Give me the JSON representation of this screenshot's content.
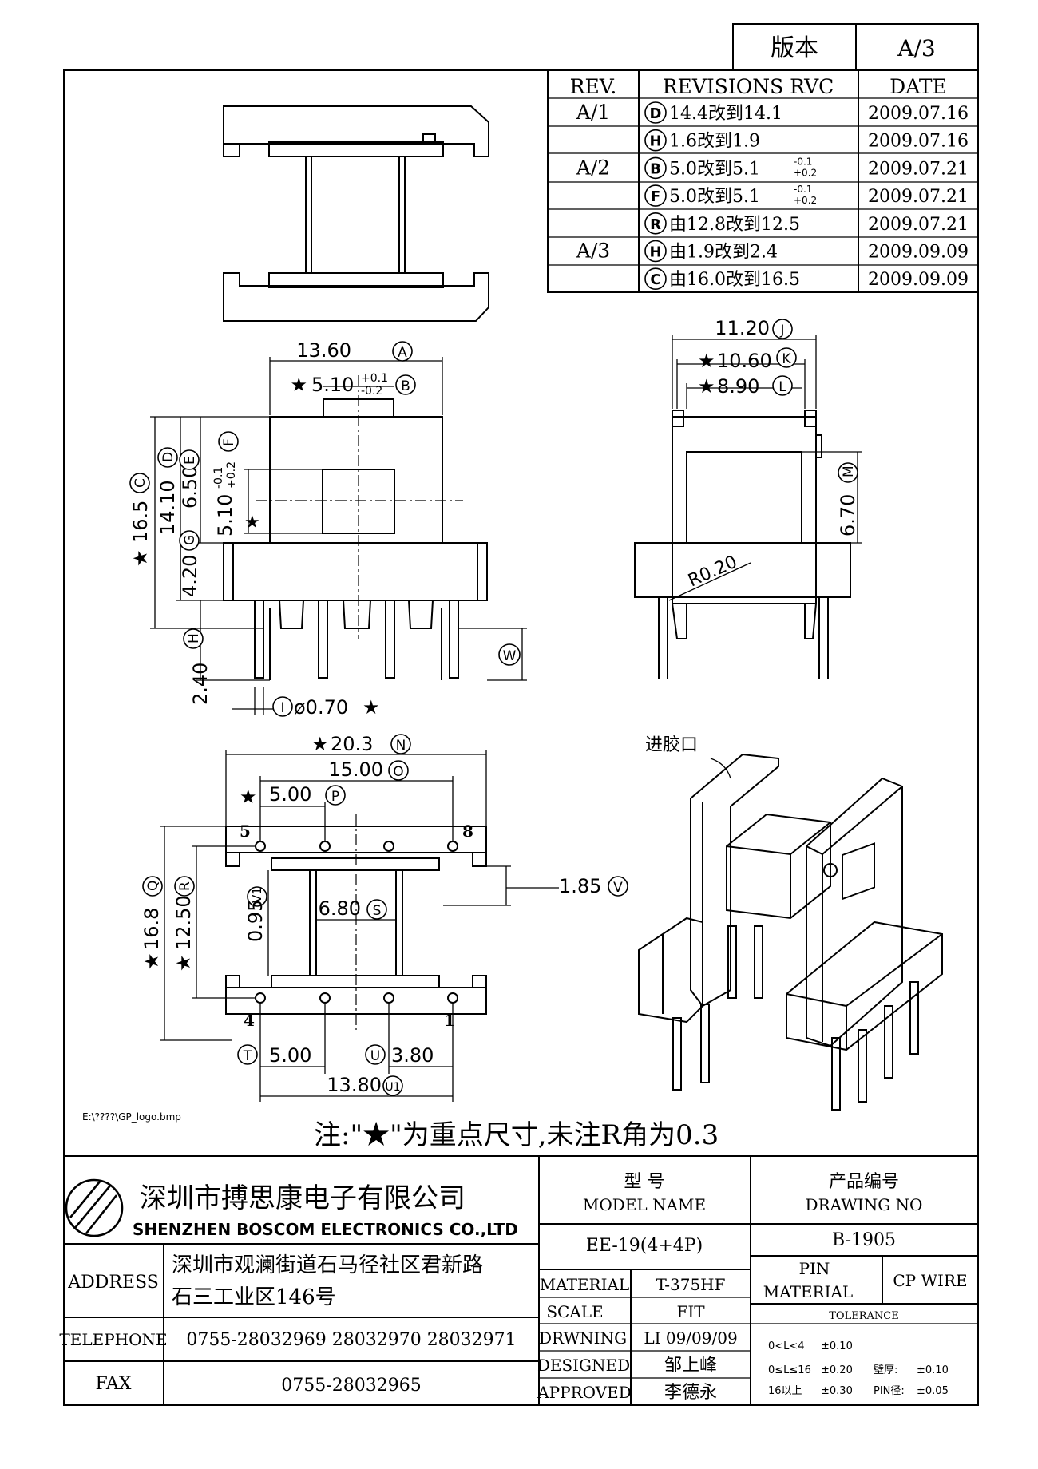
{
  "version_box": {
    "label": "版本",
    "value": "A/3"
  },
  "revisions": {
    "headers": [
      "REV.",
      "REVISIONS RVC",
      "DATE"
    ],
    "rows": [
      {
        "rev": "A/1",
        "mark": "D",
        "text": "14.4改到14.1",
        "date": "2009.07.16"
      },
      {
        "rev": "",
        "mark": "H",
        "text": "1.6改到1.9",
        "date": "2009.07.16"
      },
      {
        "rev": "A/2",
        "mark": "B",
        "text": " 5.0改到5.1",
        "tol_up": "-0.1",
        "tol_dn": "+0.2",
        "date": "2009.07.21"
      },
      {
        "rev": "",
        "mark": "F",
        "text": " 5.0改到5.1",
        "tol_up": "-0.1",
        "tol_dn": "+0.2",
        "date": "2009.07.21"
      },
      {
        "rev": "",
        "mark": "R",
        "text": "由12.8改到12.5",
        "date": "2009.07.21"
      },
      {
        "rev": "A/3",
        "mark": "H",
        "text": "由1.9改到2.4",
        "date": "2009.09.09"
      },
      {
        "rev": "",
        "mark": "C",
        "text": "由16.0改到16.5",
        "date": "2009.09.09"
      }
    ]
  },
  "dimensions": {
    "a": "13.60",
    "a_mark": "A",
    "b": "5.10",
    "b_up": "+0.1",
    "b_dn": "-0.2",
    "b_mark": "B",
    "c": "16.5",
    "c_mark": "C",
    "d": "14.10",
    "d_mark": "D",
    "e": "6.50",
    "e_mark": "E",
    "f": "5.10",
    "f_up": "-0.1",
    "f_dn": "+0.2",
    "f_mark": "F",
    "g": "4.20",
    "g_mark": "G",
    "h": "2.40",
    "h_mark": "H",
    "i": "ø0.70",
    "i_mark": "I",
    "j": "11.20",
    "j_mark": "J",
    "k": "10.60",
    "k_mark": "K",
    "l": "8.90",
    "l_mark": "L",
    "m": "6.70",
    "m_mark": "M",
    "r": "R0.20",
    "w_mark": "W",
    "n": "20.3",
    "n_mark": "N",
    "o": "15.00",
    "o_mark": "O",
    "p": "5.00",
    "p_mark": "P",
    "q": "16.8",
    "q_mark": "Q",
    "r2": "12.50",
    "r2_mark": "R",
    "v1": "0.95",
    "v1_mark": "V1",
    "s": "6.80",
    "s_mark": "S",
    "v": "1.85",
    "v_mark": "V",
    "t": "5.00",
    "t_mark": "T",
    "u": "3.80",
    "u_mark": "U",
    "u1": "13.80",
    "u1_mark": "U1",
    "star": "★"
  },
  "pins": {
    "p5": "5",
    "p8": "8",
    "p4": "4",
    "p1": "1"
  },
  "iso_label": "进胶口",
  "file_path": "E:\\????\\GP_logo.bmp",
  "note": "注:\"★\"为重点尺寸,未注R角为0.3",
  "title_block": {
    "company_cn": "深圳市搏思康电子有限公司",
    "company_en": "SHENZHEN BOSCOM ELECTRONICS CO.,LTD",
    "model_cn": "型    号",
    "model_en": "MODEL NAME",
    "model_value": "EE-19(4+4P)",
    "drawing_cn": "产品编号",
    "drawing_en": "DRAWING NO",
    "drawing_value": "B-1905",
    "address_label": "ADDRESS",
    "address_line1": "深圳市观澜街道石马径社区君新路",
    "address_line2": "石三工业区146号",
    "telephone_label": "TELEPHONE",
    "telephone_value": "0755-28032969 28032970 28032971",
    "fax_label": "FAX",
    "fax_value": "0755-28032965",
    "material_label": "MATERIAL",
    "material_value": "T-375HF",
    "scale_label": "SCALE",
    "scale_value": "FIT",
    "drawing_label": "DRWNING",
    "drawing_by": "LI 09/09/09",
    "designed_label": "DESIGNED",
    "designed_value": "邹上峰",
    "approved_label": "APPROVED",
    "approved_value": "李德永",
    "pin_material_1": "PIN",
    "pin_material_2": "MATERIAL",
    "pin_material_value": "CP WIRE",
    "tolerance_label": "TOLERANCE",
    "tol1_range": "0<L<4",
    "tol1_value": "±0.10",
    "tol2_range": "0≤L≤16",
    "tol2_value": "±0.20",
    "tol2_extra_label": "壁厚:",
    "tol2_extra_value": "±0.10",
    "tol3_range": "16以上",
    "tol3_value": "±0.30",
    "tol3_extra_label": "PIN径:",
    "tol3_extra_value": "±0.05"
  }
}
